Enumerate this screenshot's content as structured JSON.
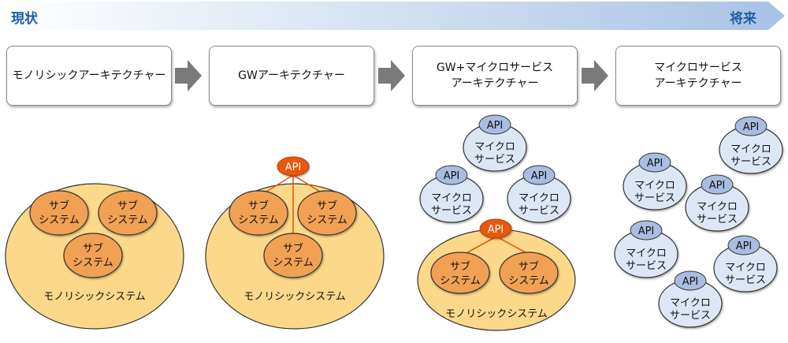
{
  "banner": {
    "left": "現状",
    "right": "将来"
  },
  "stages": [
    {
      "line1": "モノリシックアーキテクチャー",
      "line2": ""
    },
    {
      "line1": "GWアーキテクチャー",
      "line2": ""
    },
    {
      "line1": "GW+マイクロサービス",
      "line2": "アーキテクチャー"
    },
    {
      "line1": "マイクロサービス",
      "line2": "アーキテクチャー"
    }
  ],
  "labels": {
    "sub1": "サブ",
    "sub2": "システム",
    "mono": "モノリシックシステム",
    "api": "API",
    "ms1": "マイクロ",
    "ms2": "サービス"
  },
  "colors": {
    "banner_start": "#ffffff",
    "banner_end": "#aac4e6",
    "banner_text": "#1f5fa6",
    "mono_fill": "#fcd98a",
    "sub_fill": "#f0a152",
    "api_orange": "#e8590c",
    "api_blue": "#a8bde0",
    "ms_fill": "#dde6f4",
    "arrow": "#7a7a7a"
  }
}
